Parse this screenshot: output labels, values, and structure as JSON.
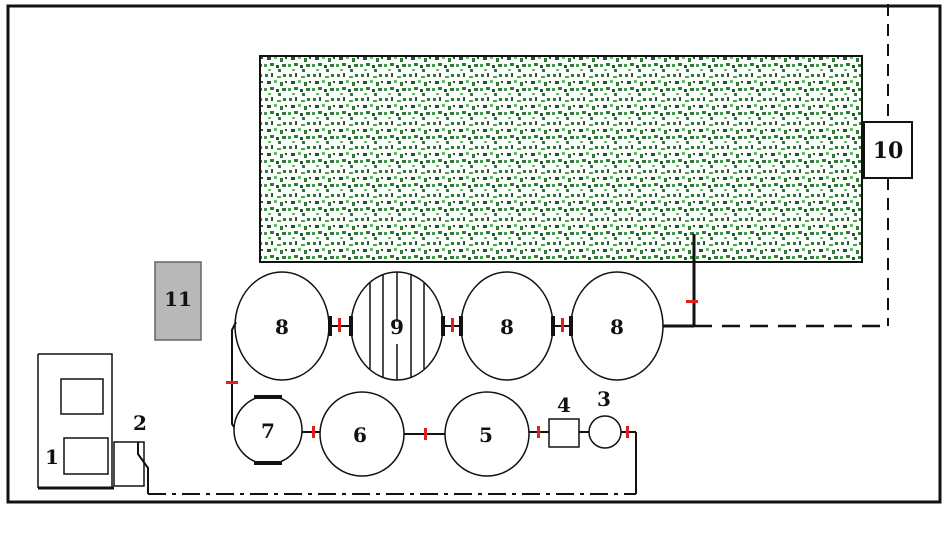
{
  "labels": {
    "control_unit": "1",
    "box_2": "2",
    "pump": "3",
    "filter": "4",
    "tank_5": "5",
    "tank_6": "6",
    "tank_7": "7",
    "tank_8a": "8",
    "tank_9": "9",
    "tank_8b": "8",
    "tank_8c": "8",
    "box_10": "10",
    "box_11": "11"
  },
  "colors": {
    "line": "#111111",
    "pipe_joint": "#e02020",
    "vegetation_dark": "#2e7d32",
    "vegetation_light": "#6fa86f",
    "box_11_fill": "#b8b8b8"
  }
}
